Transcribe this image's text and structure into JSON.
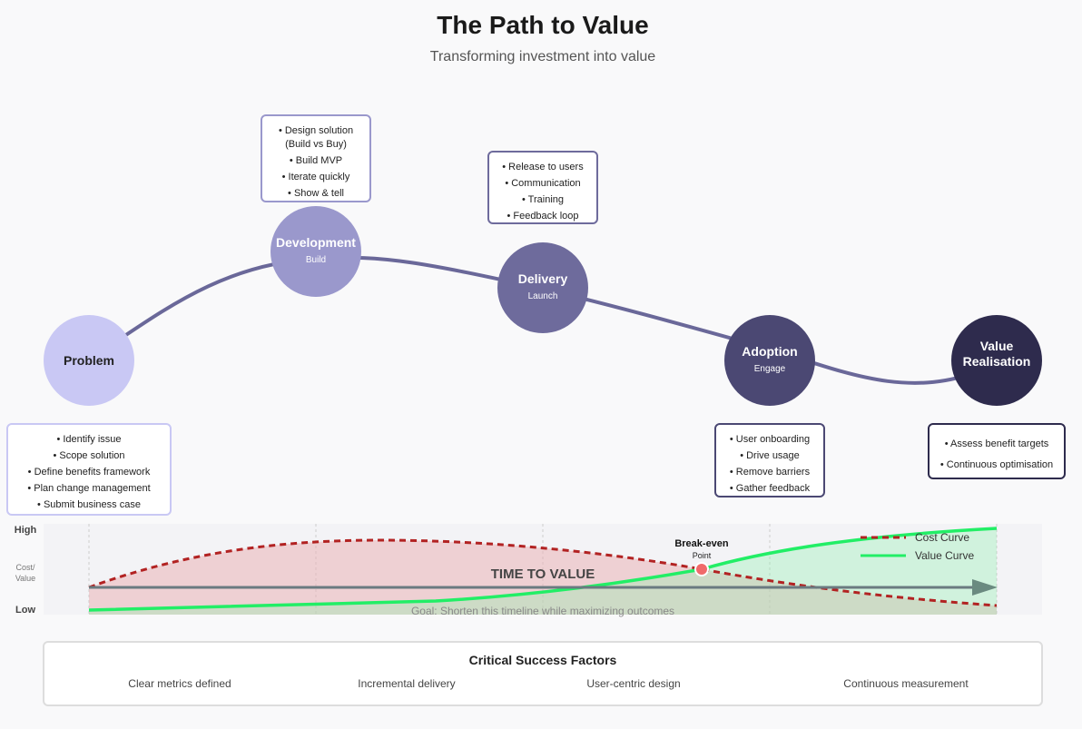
{
  "header": {
    "title": "The Path to Value",
    "subtitle": "Transforming investment into value"
  },
  "stages": [
    {
      "id": "problem",
      "title": "Problem",
      "sub": "",
      "color": "#c9c8f4",
      "tasks": [
        "• Identify issue",
        "• Scope solution",
        "• Define benefits framework",
        "• Plan change management",
        "• Submit business case"
      ]
    },
    {
      "id": "development",
      "title": "Development",
      "sub": "Build",
      "color": "#9a98cc",
      "tasks": [
        "• Design solution",
        "(Build vs Buy)",
        "• Build MVP",
        "• Iterate quickly",
        "• Show & tell"
      ]
    },
    {
      "id": "delivery",
      "title": "Delivery",
      "sub": "Launch",
      "color": "#6e6b9c",
      "tasks": [
        "• Release to users",
        "• Communication",
        "• Training",
        "• Feedback loop"
      ]
    },
    {
      "id": "adoption",
      "title": "Adoption",
      "sub": "Engage",
      "color": "#4b4873",
      "tasks": [
        "• User onboarding",
        "• Drive usage",
        "• Remove barriers",
        "• Gather feedback"
      ]
    },
    {
      "id": "value",
      "title": "Value",
      "title2": "Realisation",
      "sub": "",
      "color": "#2e2b4d",
      "tasks": [
        "• Assess benefit targets",
        "• Continuous optimisation"
      ]
    }
  ],
  "timeline": {
    "axis_high": "High",
    "axis_low": "Low",
    "axis_label_1": "Cost/",
    "axis_label_2": "Value",
    "center_label": "TIME TO VALUE",
    "goal": "Goal: Shorten this timeline while maximizing outcomes",
    "breakeven_title": "Break-even",
    "breakeven_sub": "Point",
    "legend": [
      {
        "label": "Cost Curve",
        "color": "#b22222",
        "style": "dashed"
      },
      {
        "label": "Value Curve",
        "color": "#22ee66",
        "style": "solid"
      }
    ]
  },
  "success": {
    "title": "Critical Success Factors",
    "items": [
      "Clear metrics defined",
      "Incremental delivery",
      "User-centric design",
      "Continuous measurement"
    ]
  }
}
